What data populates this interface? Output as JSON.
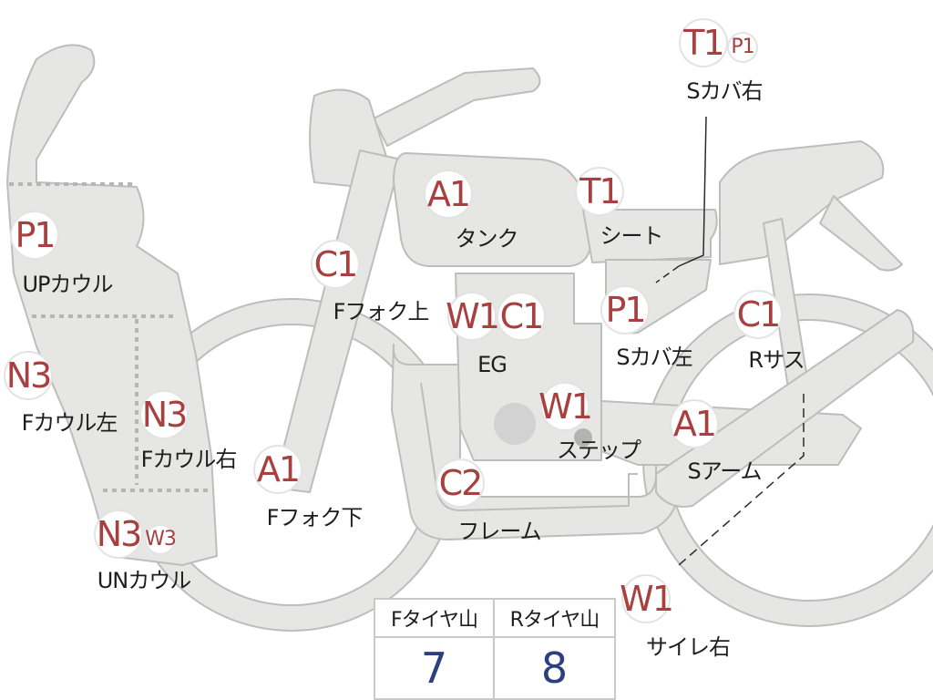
{
  "parts": [
    {
      "id": "up-cowl",
      "label": "UPカウル",
      "badges": [
        {
          "text": "P1"
        }
      ]
    },
    {
      "id": "f-cowl-left",
      "label": "Fカウル左",
      "badges": [
        {
          "text": "N3"
        }
      ]
    },
    {
      "id": "f-cowl-right",
      "label": "Fカウル右",
      "badges": [
        {
          "text": "N3"
        }
      ]
    },
    {
      "id": "un-cowl",
      "label": "UNカウル",
      "badges": [
        {
          "text": "N3"
        },
        {
          "text": "W3"
        }
      ]
    },
    {
      "id": "f-fork-upper",
      "label": "Fフォク上",
      "badges": [
        {
          "text": "C1"
        }
      ]
    },
    {
      "id": "f-fork-lower",
      "label": "Fフォク下",
      "badges": [
        {
          "text": "A1"
        }
      ]
    },
    {
      "id": "tank",
      "label": "タンク",
      "badges": [
        {
          "text": "A1"
        }
      ]
    },
    {
      "id": "seat",
      "label": "シート",
      "badges": [
        {
          "text": "T1"
        }
      ]
    },
    {
      "id": "engine",
      "label": "EG",
      "badges": [
        {
          "text": "W1"
        },
        {
          "text": "C1"
        }
      ]
    },
    {
      "id": "step",
      "label": "ステップ",
      "badges": [
        {
          "text": "W1"
        }
      ]
    },
    {
      "id": "frame",
      "label": "フレーム",
      "badges": [
        {
          "text": "C2"
        }
      ]
    },
    {
      "id": "side-cover-left",
      "label": "Sカバ左",
      "badges": [
        {
          "text": "P1"
        }
      ]
    },
    {
      "id": "side-cover-right",
      "label": "Sカバ右",
      "badges": [
        {
          "text": "T1"
        },
        {
          "text": "P1"
        }
      ]
    },
    {
      "id": "rear-suspension",
      "label": "Rサス",
      "badges": [
        {
          "text": "C1"
        }
      ]
    },
    {
      "id": "swing-arm",
      "label": "Sアーム",
      "badges": [
        {
          "text": "A1"
        }
      ]
    },
    {
      "id": "silencer-right",
      "label": "サイレ右",
      "badges": [
        {
          "text": "W1"
        }
      ]
    }
  ],
  "tire_tread": {
    "front_label": "Fタイヤ山",
    "front_value": "7",
    "rear_label": "Rタイヤ山",
    "rear_value": "8"
  },
  "colors": {
    "body": "#e6e6e5",
    "outline": "#bdbdbd",
    "badge_text": "#a8403f",
    "value_text": "#2d3f7f"
  }
}
